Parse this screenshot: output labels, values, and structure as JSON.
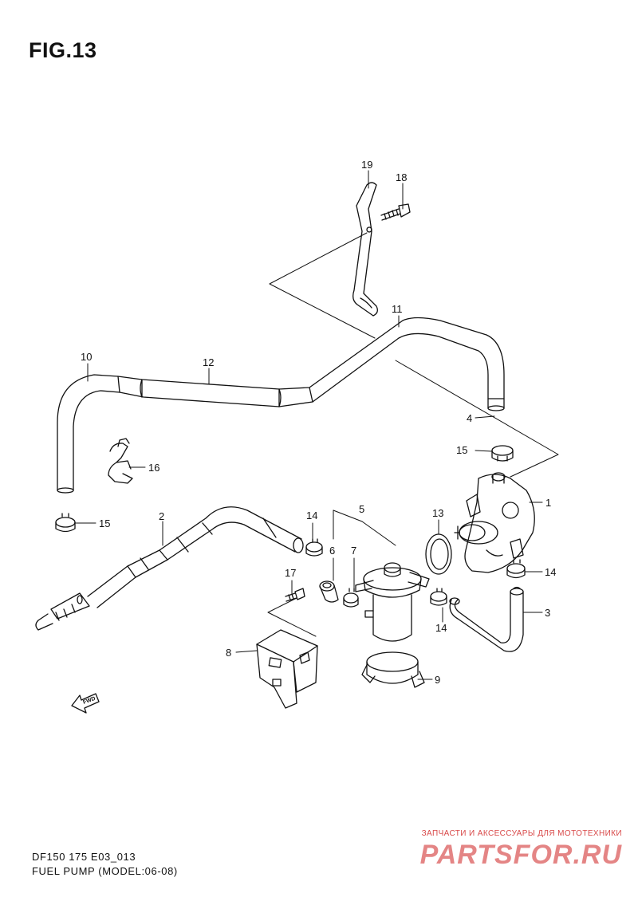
{
  "figure": {
    "title": "FIG.13"
  },
  "callouts": {
    "c1": "1",
    "c2": "2",
    "c3": "3",
    "c4": "4",
    "c5": "5",
    "c6": "6",
    "c7": "7",
    "c8": "8",
    "c9": "9",
    "c10": "10",
    "c11": "11",
    "c12": "12",
    "c13": "13",
    "c14a": "14",
    "c14b": "14",
    "c14c": "14",
    "c15a": "15",
    "c15b": "15",
    "c16": "16",
    "c17": "17",
    "c18": "18",
    "c19": "19"
  },
  "fwd_label": "FWD",
  "caption": {
    "line1": "DF150 175 E03_013",
    "line2": "FUEL PUMP (MODEL:06-08)"
  },
  "watermark": {
    "small": "ЗАПЧАСТИ И АКСЕССУАРЫ ДЛЯ МОТОТЕХНИКИ",
    "big": "PARTSFOR.RU"
  }
}
